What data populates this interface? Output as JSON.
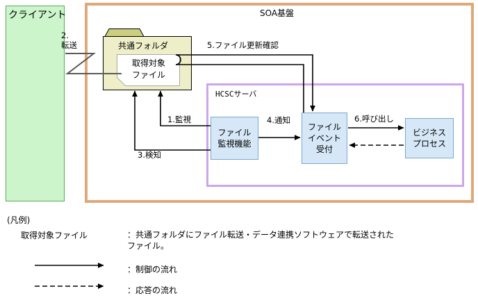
{
  "diagram": {
    "client": {
      "label": "クライアント"
    },
    "soa": {
      "label": "SOA基盤"
    },
    "hcsc": {
      "label": "HCSCサーバ"
    },
    "folder": {
      "title": "共通フォルダ"
    },
    "file": {
      "label": "取得対象\nファイル"
    },
    "components": [
      {
        "id": "file-watch",
        "label": "ファイル\n監視機能"
      },
      {
        "id": "file-event-receiver",
        "label": "ファイル\nイベント\n受付"
      },
      {
        "id": "business-process",
        "label": "ビジネス\nプロセス"
      }
    ],
    "edges": [
      {
        "id": "transfer",
        "label": "2.\n転送"
      },
      {
        "id": "watch",
        "label": "1.監視"
      },
      {
        "id": "detect",
        "label": "3.検知"
      },
      {
        "id": "notify",
        "label": "4.通知"
      },
      {
        "id": "confirm",
        "label": "5.ファイル更新確認"
      },
      {
        "id": "call",
        "label": "6.呼び出し"
      }
    ]
  },
  "legend": {
    "title": "(凡例)",
    "term": "取得対象ファイル",
    "term_desc": "：共通フォルダにファイル転送・データ連携ソフトウェアで転送された\nファイル。",
    "control_flow": "：制御の流れ",
    "response_flow": "：応答の流れ"
  },
  "colors": {
    "client_fill": "#ccf5cc",
    "client_border": "#55aa55",
    "soa_border": "#dfa878",
    "hcsc_border": "#cda5e8",
    "folder_fill": "#eeeec8",
    "folder_tab": "#cdcd80",
    "component_fill": "#d6e8f7",
    "component_border": "#7aa8cc",
    "line": "#000000"
  }
}
